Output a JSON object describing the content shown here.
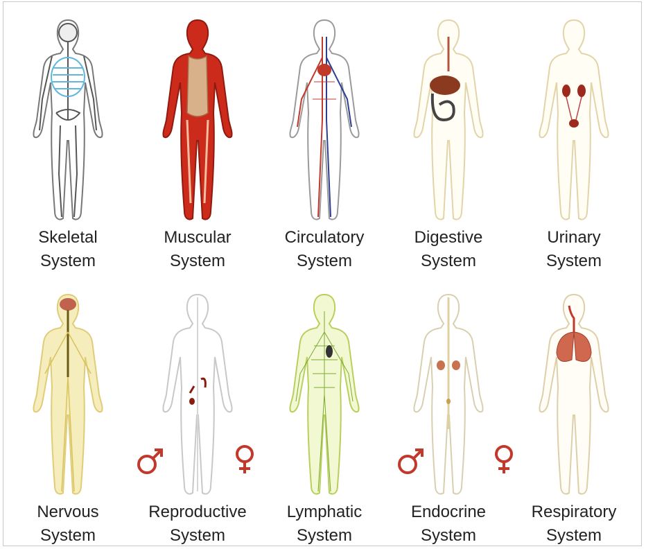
{
  "systems": [
    {
      "line1": "Skeletal",
      "line2": "System",
      "icon": "skeletal-figure-icon",
      "body": "#ffffff",
      "outline": "#777777"
    },
    {
      "line1": "Muscular",
      "line2": "System",
      "icon": "muscular-figure-icon",
      "body": "#cc2a1b",
      "outline": "#8e1a10"
    },
    {
      "line1": "Circulatory",
      "line2": "System",
      "icon": "circulatory-figure-icon",
      "body": "#ffffff",
      "outline": "#9a9a9a"
    },
    {
      "line1": "Digestive",
      "line2": "System",
      "icon": "digestive-figure-icon",
      "body": "#fffdf4",
      "outline": "#e2d4a8"
    },
    {
      "line1": "Urinary",
      "line2": "System",
      "icon": "urinary-figure-icon",
      "body": "#fffdf4",
      "outline": "#e2d4a8"
    },
    {
      "line1": "Nervous",
      "line2": "System",
      "icon": "nervous-figure-icon",
      "body": "#f6edbd",
      "outline": "#e0cc78"
    },
    {
      "line1": "Reproductive",
      "line2": "System",
      "icon": "reproductive-figure-icon",
      "body": "#ffffff",
      "outline": "#c8c8c8"
    },
    {
      "line1": "Lymphatic",
      "line2": "System",
      "icon": "lymphatic-figure-icon",
      "body": "#f2f8d2",
      "outline": "#b7cf5c"
    },
    {
      "line1": "Endocrine",
      "line2": "System",
      "icon": "endocrine-figure-icon",
      "body": "#ffffff",
      "outline": "#d9cfb0"
    },
    {
      "line1": "Respiratory",
      "line2": "System",
      "icon": "respiratory-figure-icon",
      "body": "#fffdf6",
      "outline": "#dccfa9"
    }
  ],
  "symbols": {
    "male": "♂",
    "female": "♀",
    "color": "#c0392b"
  }
}
